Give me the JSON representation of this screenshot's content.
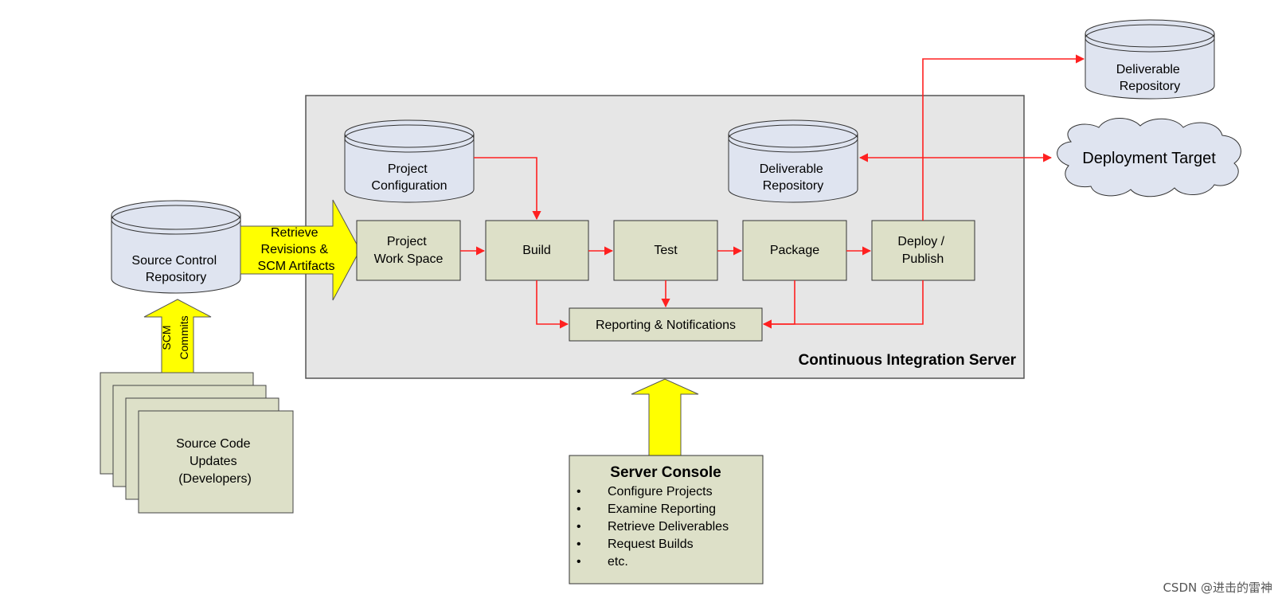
{
  "diagram": {
    "ci_server_label": "Continuous Integration Server",
    "source_control": [
      "Source Control",
      "Repository"
    ],
    "retrieve_arrow": [
      "Retrieve",
      "Revisions &",
      "SCM Artifacts"
    ],
    "scm_commits": [
      "SCM",
      "Commits"
    ],
    "source_updates": [
      "Source Code",
      "Updates",
      "(Developers)"
    ],
    "project_configuration": [
      "Project",
      "Configuration"
    ],
    "deliverable_repository_inner": [
      "Deliverable",
      "Repository"
    ],
    "deliverable_repository_outer": [
      "Deliverable",
      "Repository"
    ],
    "deployment_target": "Deployment Target",
    "steps": {
      "workspace": [
        "Project",
        "Work Space"
      ],
      "build": "Build",
      "test": "Test",
      "package": "Package",
      "deploy": [
        "Deploy /",
        "Publish"
      ]
    },
    "reporting": "Reporting & Notifications",
    "server_console": {
      "title": "Server Console",
      "items": [
        "Configure Projects",
        "Examine Reporting",
        "Retrieve Deliverables",
        "Request Builds",
        "etc."
      ],
      "bullet": "•"
    }
  },
  "watermark": "CSDN @进击的雷神",
  "colors": {
    "box_fill": "#dde0c8",
    "db_fill": "#dfe4f0",
    "server_fill": "#e6e6e6",
    "arrow_yellow": "#ffff00",
    "flow_red": "#ff2020"
  }
}
